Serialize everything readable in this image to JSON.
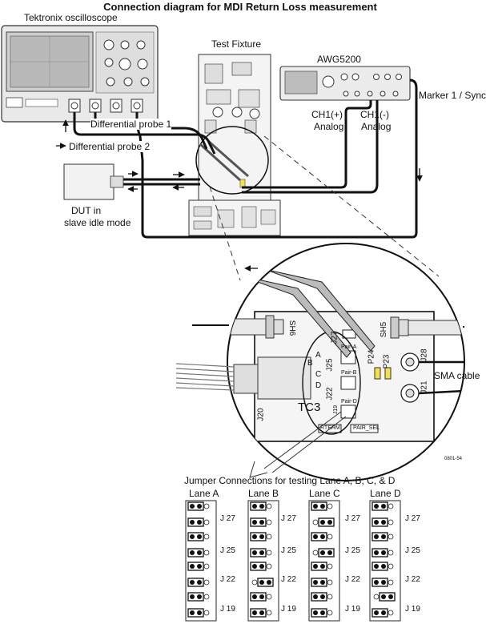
{
  "title": "Connection diagram for MDI Return Loss measurement",
  "instruments": {
    "oscilloscope": "Tektronix oscilloscope",
    "fixture": "Test Fixture",
    "generator": "AWG5200",
    "marker": "Marker 1 / Sync",
    "ch1_pos": "CH1(+)",
    "ch1_neg": "CH1(-)",
    "analog": "Analog",
    "probe1": "Differential probe 1",
    "probe2": "Differential probe 2",
    "dut_line1": "DUT in",
    "dut_line2": "slave idle mode"
  },
  "detail": {
    "board_name": "TC3",
    "sma_cable": "SMA cable",
    "connectors": [
      "SH6",
      "SH5",
      "J28",
      "J21",
      "J27",
      "J25",
      "J22",
      "J19",
      "J20",
      "P24",
      "P23"
    ],
    "pair_labels": [
      "Pair-A",
      "Pair-B",
      "Pair-D"
    ],
    "abcd": [
      "A",
      "B",
      "C",
      "D"
    ],
    "rterm": "RTERM",
    "pair_sel": "PAIR_SEL",
    "fig_code": "0801-54"
  },
  "jumpers": {
    "title": "Jumper Connections for testing Lane A, B, C, & D",
    "row_labels": [
      "J 27",
      "J 25",
      "J 22",
      "J 19"
    ],
    "lanes": [
      {
        "name": "Lane A",
        "rows": [
          [
            "left",
            "left"
          ],
          [
            "left",
            "left"
          ],
          [
            "left",
            "left"
          ],
          [
            "left",
            "left"
          ]
        ]
      },
      {
        "name": "Lane B",
        "rows": [
          [
            "left",
            "left"
          ],
          [
            "left",
            "left"
          ],
          [
            "left",
            "right"
          ],
          [
            "left",
            "left"
          ]
        ]
      },
      {
        "name": "Lane C",
        "rows": [
          [
            "left",
            "right"
          ],
          [
            "left",
            "right"
          ],
          [
            "left",
            "left"
          ],
          [
            "left",
            "left"
          ]
        ]
      },
      {
        "name": "Lane D",
        "rows": [
          [
            "left",
            "left"
          ],
          [
            "left",
            "left"
          ],
          [
            "left",
            "left"
          ],
          [
            "right",
            "left"
          ]
        ]
      }
    ]
  }
}
